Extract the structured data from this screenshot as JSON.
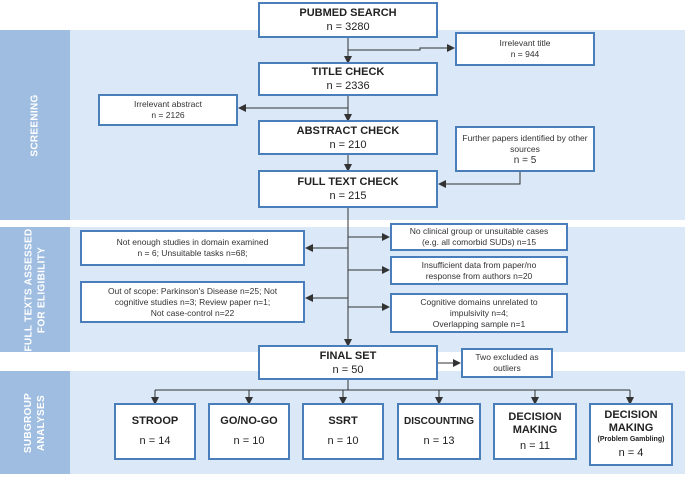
{
  "bands": {
    "screening": "SCREENING",
    "full_texts_line1": "FULL TEXTS ASSESSED",
    "full_texts_line2": "FOR ELIGIBILITY",
    "subgroup_line1": "SUBGROUP",
    "subgroup_line2": "ANALYSES"
  },
  "main": {
    "pubmed": {
      "title": "PUBMED SEARCH",
      "n": "n = 3280"
    },
    "title_check": {
      "title": "TITLE CHECK",
      "n": "n = 2336"
    },
    "abstract_check": {
      "title": "ABSTRACT CHECK",
      "n": "n = 210"
    },
    "full_text_check": {
      "title": "FULL TEXT CHECK",
      "n": "n = 215"
    },
    "final_set": {
      "title": "FINAL SET",
      "n": "n = 50"
    }
  },
  "side": {
    "irrelevant_title": {
      "line1": "Irrelevant title",
      "line2": "n = 944"
    },
    "irrelevant_abstract": {
      "line1": "Irrelevant abstract",
      "line2": "n = 2126"
    },
    "further_papers": {
      "line1": "Further papers identified by other",
      "line2": "sources",
      "line3": "n = 5"
    },
    "not_enough": {
      "line1": "Not enough studies in domain examined",
      "line2": "n = 6; Unsuitable tasks n=68;"
    },
    "out_of_scope": {
      "line1": "Out of scope: Parkinson's Disease n=25; Not",
      "line2": "cognitive studies n=3; Review paper n=1;",
      "line3": "Not case-control n=22"
    },
    "no_clinical": {
      "line1": "No clinical group or unsuitable cases",
      "line2": "(e.g. all comorbid SUDs) n=15"
    },
    "insufficient": {
      "line1": "Insufficient data from paper/no",
      "line2": "response from authors n=20"
    },
    "cognitive_domains": {
      "line1": "Cognitive domains unrelated to",
      "line2": "impulsivity n=4;",
      "line3": "Overlapping sample n=1"
    },
    "two_excluded": {
      "line1": "Two excluded as",
      "line2": "outliers"
    }
  },
  "subgroups": {
    "stroop": {
      "title": "STROOP",
      "n": "n = 14"
    },
    "gonogo": {
      "title": "GO/NO-GO",
      "n": "n = 10"
    },
    "ssrt": {
      "title": "SSRT",
      "n": "n = 10"
    },
    "discounting": {
      "title": "DISCOUNTING",
      "n": "n = 13"
    },
    "decision1": {
      "title1": "DECISION",
      "title2": "MAKING",
      "n": "n = 11"
    },
    "decision2": {
      "title1": "DECISION",
      "title2": "MAKING",
      "sub": "(Problem Gambling)",
      "n": "n = 4"
    }
  }
}
